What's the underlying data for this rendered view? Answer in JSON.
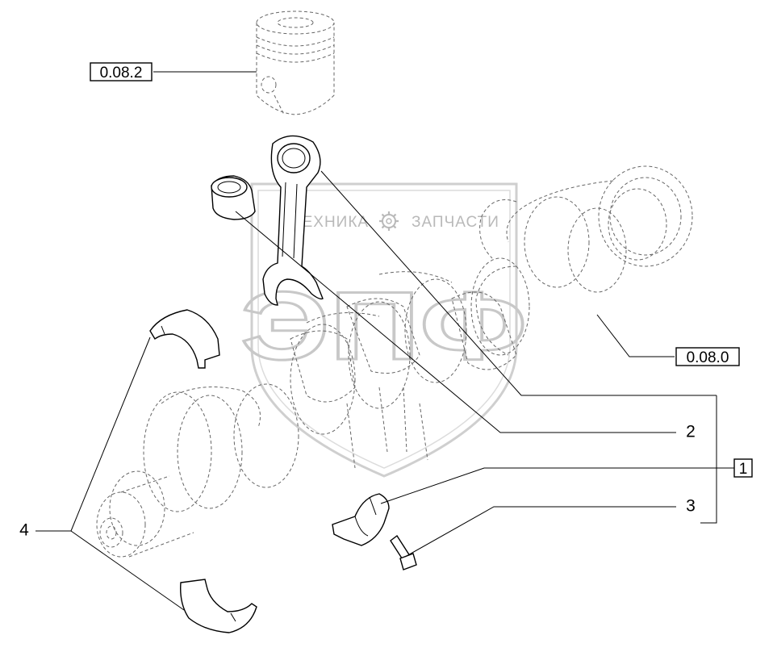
{
  "watermark": {
    "left_text": "ТЕХНИКА",
    "right_text": "ЗАПЧАСТИ",
    "big_text": "ЭПФ",
    "gear_icon": "gear-icon"
  },
  "references": {
    "piston": "0.08.2",
    "crankshaft": "0.08.0",
    "group": "1"
  },
  "callouts": {
    "item_2": "2",
    "item_3": "3",
    "item_4": "4"
  }
}
